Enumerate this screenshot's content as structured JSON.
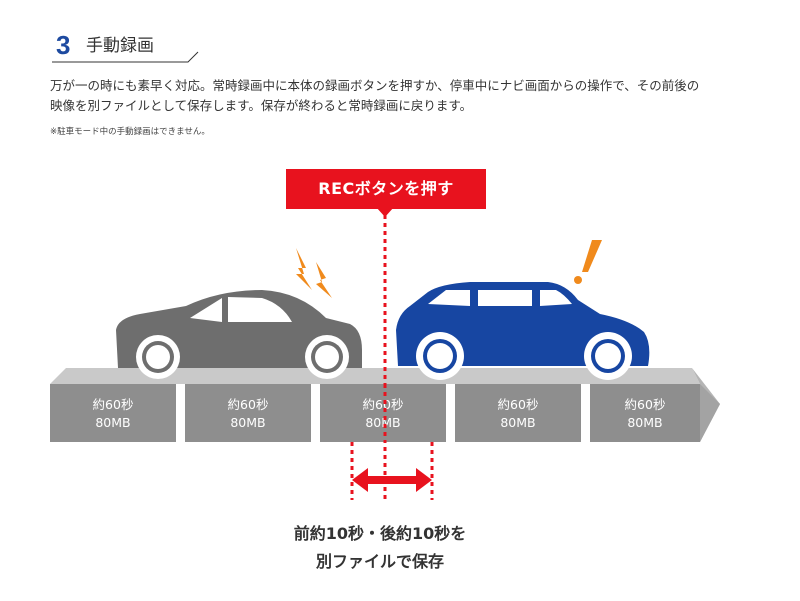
{
  "heading": {
    "number": "3",
    "title": "手動録画"
  },
  "description": {
    "line1": "万が一の時にも素早く対応。常時録画中に本体の録画ボタンを押すか、停車中にナビ画面からの操作で、その前後の",
    "line2": "映像を別ファイルとして保存します。保存が終わると常時録画に戻ります。"
  },
  "note": "※駐車モード中の手動録画はできません。",
  "rec_button": {
    "label": "RECボタンを押す"
  },
  "segments": [
    {
      "duration": "約60秒",
      "size": "80MB"
    },
    {
      "duration": "約60秒",
      "size": "80MB"
    },
    {
      "duration": "約60秒",
      "size": "80MB"
    },
    {
      "duration": "約60秒",
      "size": "80MB"
    },
    {
      "duration": "約60秒",
      "size": "80MB"
    }
  ],
  "caption": {
    "line1": "前約10秒・後約10秒を",
    "line2": "別ファイルで保存"
  },
  "colors": {
    "accent_red": "#e8121e",
    "heading_blue": "#1d4aa0",
    "gray_car": "#6e6e6e",
    "blue_car": "#1746a2",
    "segment_gray": "#8e8e8e",
    "impact_orange": "#f08a1c"
  },
  "icons": {
    "impact": "lightning-impact-icon",
    "alert": "exclamation-icon"
  }
}
